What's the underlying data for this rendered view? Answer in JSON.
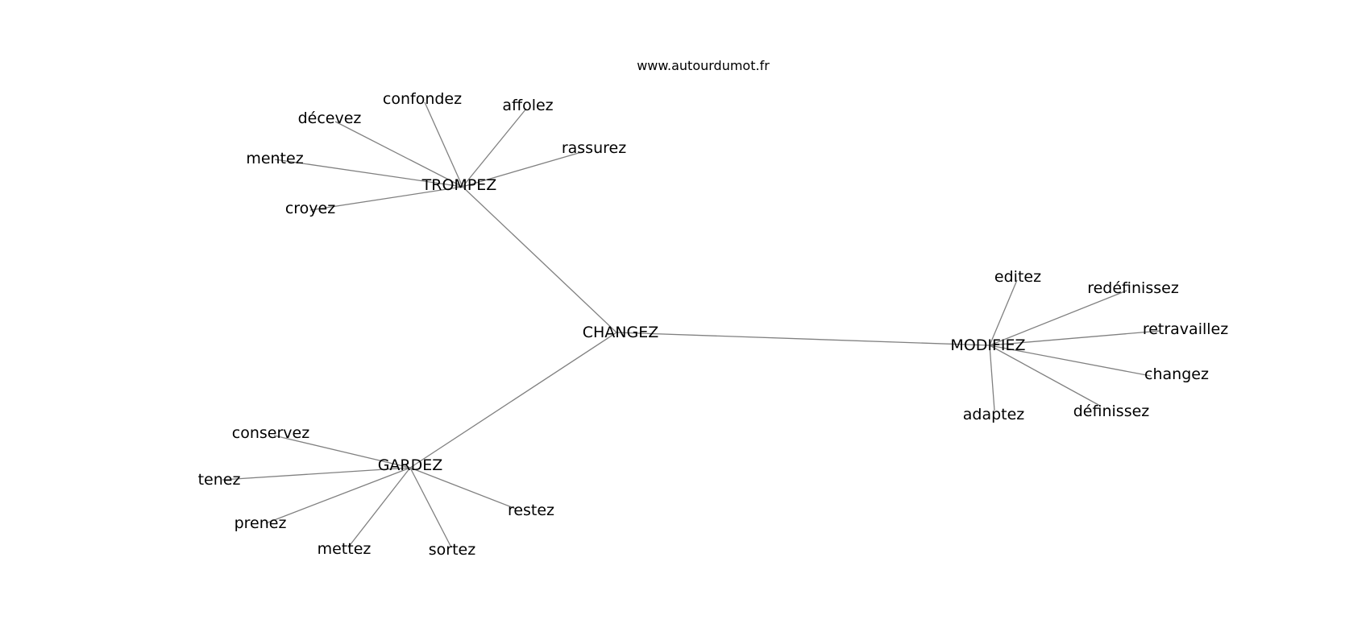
{
  "watermark": "www.autourdumot.fr",
  "edge_color": "#808080",
  "text_color": "#000000",
  "graph": {
    "center": "CHANGEZ",
    "clusters": [
      {
        "hub": "TROMPEZ",
        "leaves": [
          "confondez",
          "affolez",
          "décevez",
          "rassurez",
          "mentez",
          "croyez"
        ]
      },
      {
        "hub": "MODIFIEZ",
        "leaves": [
          "editez",
          "redéfinissez",
          "retravaillez",
          "changez",
          "définissez",
          "adaptez"
        ]
      },
      {
        "hub": "GARDEZ",
        "leaves": [
          "conservez",
          "tenez",
          "prenez",
          "mettez",
          "sortez",
          "restez"
        ]
      }
    ]
  }
}
